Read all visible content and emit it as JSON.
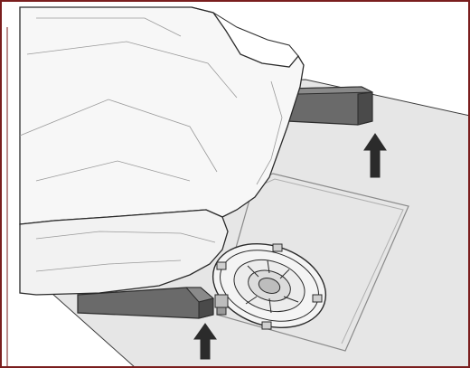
{
  "diagram": {
    "subject": "seat-floor-speaker-removal",
    "arrows": [
      {
        "name": "rear-arrow",
        "direction": "up"
      },
      {
        "name": "front-arrow",
        "direction": "up"
      }
    ],
    "colors": {
      "frame": "#7a1e1e",
      "floor": "#e6e6e6",
      "rail": "#606060",
      "outline": "#2b2b2b",
      "arrow": "#2b2b2b"
    }
  }
}
